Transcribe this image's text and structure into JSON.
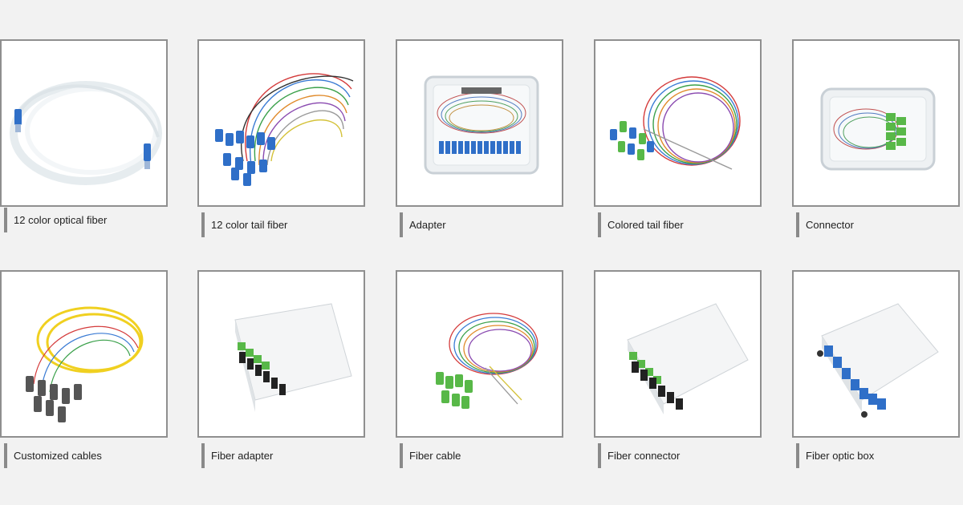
{
  "products": [
    {
      "label": "12 color optical fiber"
    },
    {
      "label": "12 color tail fiber"
    },
    {
      "label": "Adapter"
    },
    {
      "label": "Colored tail fiber"
    },
    {
      "label": "Connector"
    },
    {
      "label": "Customized cables"
    },
    {
      "label": "Fiber adapter"
    },
    {
      "label": "Fiber cable"
    },
    {
      "label": "Fiber connector"
    },
    {
      "label": "Fiber optic box"
    }
  ],
  "colors": {
    "background": "#f2f2f2",
    "card_border": "#8f8f8f",
    "caption_bar": "#8a8a8a",
    "sc_blue": "#2f6fc8",
    "apc_green": "#58b848"
  }
}
